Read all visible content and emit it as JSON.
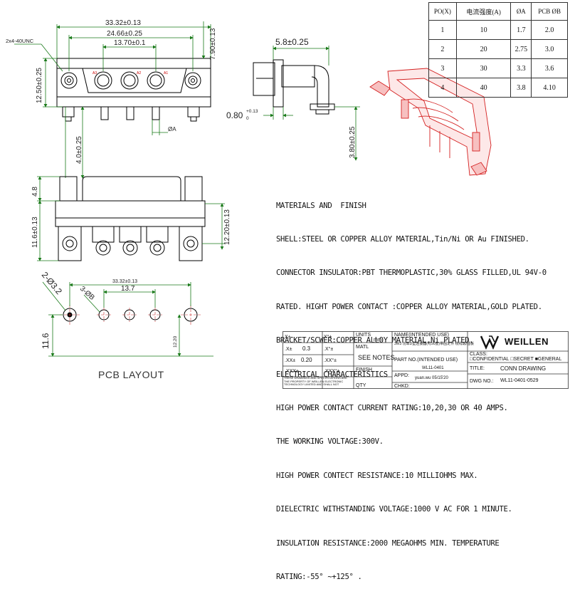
{
  "dimensions": {
    "width_overall": "33.32±0.13",
    "pitch_outer": "24.66±0.25",
    "pitch_inner": "13.70±0.1",
    "height_right": "7.90±0.13",
    "mount_height": "12.50±0.25",
    "thread": "2x4-40UNC",
    "pin_length_left": "4.0±0.25",
    "phi_a": "ØA",
    "side_depth": "5.8±0.25",
    "side_offset": "0.80",
    "side_offset_tol_plus": "+0.13",
    "side_offset_tol_zero": "0",
    "side_tail": "3.80±0.25",
    "front_height": "4.8",
    "front_body": "11.6±0.13",
    "front_right": "12.20±0.13",
    "pcb_width": "33.32±0.13",
    "pcb_pitch": "13.7",
    "pcb_hole_2": "2-Ø3.2",
    "pcb_hole_3": "3-ØB",
    "pcb_height": "11.6",
    "pcb_right": "12.20",
    "pcb_layout_label": "PCB LAYOUT",
    "contact_labels": [
      "A3",
      "A2",
      "A1"
    ]
  },
  "spec_table": {
    "headers": [
      "PO(X)",
      "电流强度(A)",
      "ØA",
      "PCB ØB"
    ],
    "rows": [
      [
        "1",
        "10",
        "1.7",
        "2.0"
      ],
      [
        "2",
        "20",
        "2.75",
        "3.0"
      ],
      [
        "3",
        "30",
        "3.3",
        "3.6"
      ],
      [
        "4",
        "40",
        "3.8",
        "4.10"
      ]
    ]
  },
  "notes": [
    "MATERIALS AND  FINISH",
    "SHELL:STEEL OR COPPER ALLOY MATERIAL,Tin/Ni OR Au FINISHED.",
    "CONNECTOR INSULATOR:PBT THERMOPLASTIC,30% GLASS FILLED,UL 94V-0",
    "RATED. HIGHT POWER CONTACT :COPPER ALLOY MATERIAL,GOLD PLATED.",
    "BRACKET/SCWER:COPPER ALLOY MATERIAL,Ni PLATED.",
    "ELECTRICAL CHARACTERISTICS",
    "HIGH POWER CONTACT CURRENT RATING:10,20,30 OR 40 AMPS.",
    "THE WORKING VOLTAGE:300V.",
    "HIGH POWER CONTECT RESISTANCE:10 MILLIOHMS MAX.",
    "DIELECTRIC WITHSTANDING VOLTAGE:1000 V AC FOR 1 MINUTE.",
    "INSULATION RESISTANCE:2000 MEGAOHMS MIN. TEMPERATURE",
    "RATING:-55° ~+125° ."
  ],
  "title_block": {
    "tol_x": "X±",
    "tol_x_angle": "X°±",
    "tol_x1": ".X±",
    "tol_x1_value": "0.3",
    "tol_x1_angle": ".X°±",
    "tol_x2": ".XX±",
    "tol_x2_value": "0.20",
    "tol_x2_angle": ".XX°±",
    "tol_x3": ".XXX±",
    "tol_x3_angle": ".XXX°±",
    "units_label": "UNITS",
    "units_value": "mm",
    "matl_label": "MATL",
    "matl_value": "SEE NOTES",
    "finish_label": "FINISH",
    "disclaimer": "THESE DRAWINGS AND SPECIFICATIONS ARE THE PROPERTY OF WEILLEN ELECTRONIC TECHNOLOGY LIMITED AND SHALL NOT",
    "qty_label": "QTY",
    "name_label": "NAME(INTENDED USE)",
    "name_value": "3W3 功率D型连接器(弯90度)带固定件 绕线端/插板",
    "part_label": "PART NO.(INTENDED USE)",
    "part_value": "WL11-0401",
    "appd_label": "APPD:",
    "appd_value": "yuan.wu 05/15'20",
    "chkd_label": "CHKD:",
    "logo_text": "WEILLEN",
    "class_label": "CLASS:",
    "class_value": "□CONFIDENTIAL □SECRET ■GENERAL",
    "title_label": "TITLE:",
    "title_value": "CONN DRAWING",
    "dwg_label": "DWG NO.:",
    "dwg_value": "WL11-0401-0529"
  }
}
